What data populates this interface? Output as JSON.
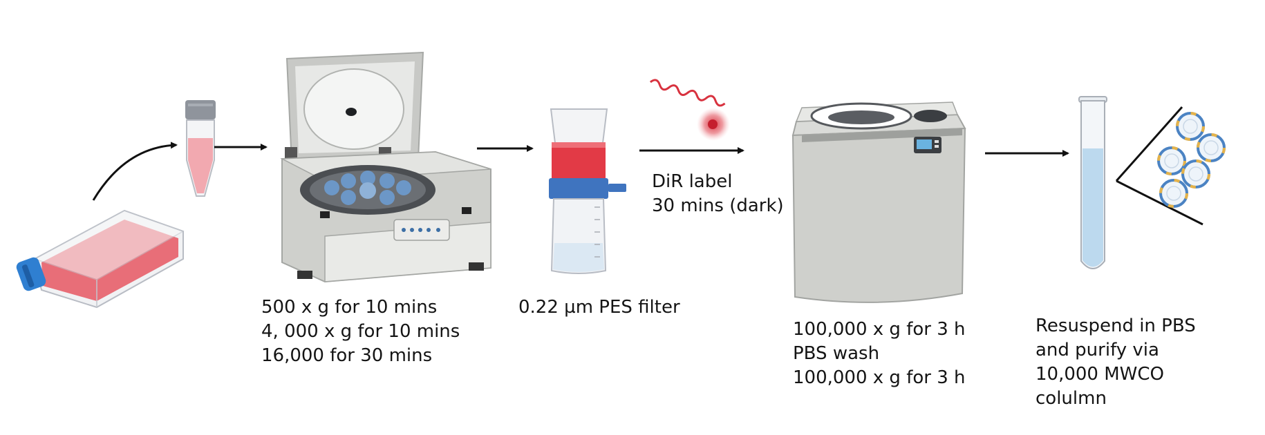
{
  "colors": {
    "media_red": "#e24a55",
    "cap_blue": "#2f7fd1",
    "device_gray": "#cfd0cc",
    "arrow": "#111111",
    "dye_red": "#d8323f",
    "buffer_blue": "#bcd9ee"
  },
  "steps": [
    {
      "icon": "cell-culture-flask-icon"
    },
    {
      "icon": "conical-tube-icon"
    },
    {
      "icon": "benchtop-centrifuge-icon",
      "lines": [
        "500 x g for 10 mins",
        "4, 000 x g for 10 mins",
        "16,000 for 30 mins"
      ]
    },
    {
      "icon": "vacuum-filter-icon",
      "lines": [
        "0.22 µm PES filter"
      ]
    },
    {
      "icon": "dir-dye-icon",
      "lines": [
        "DiR label",
        "30 mins (dark)"
      ]
    },
    {
      "icon": "ultracentrifuge-icon",
      "lines": [
        "100,000 x g for 3 h",
        "PBS wash",
        "100,000 x g for 3 h"
      ]
    },
    {
      "icon": "resuspension-tube-icon",
      "lines": [
        "Resuspend in PBS",
        "and purify via",
        "10,000 MWCO",
        "colulmn"
      ]
    },
    {
      "icon": "extracellular-vesicles-icon"
    }
  ]
}
